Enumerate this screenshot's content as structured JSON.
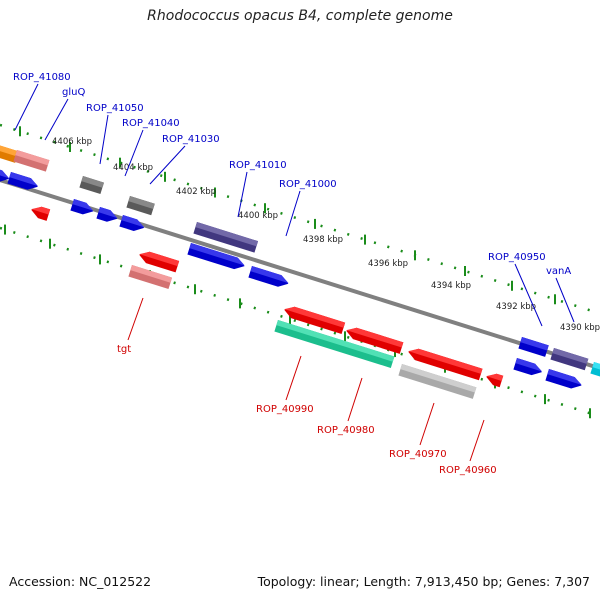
{
  "title": "Rhodococcus opacus B4, complete genome",
  "footer": {
    "accession": "Accession: NC_012522",
    "topology": "Topology: linear; Length: 7,913,450 bp; Genes: 7,307"
  },
  "colors": {
    "backbone": "#808080",
    "tick": "#1a8c1a",
    "label_top": "#0000c8",
    "label_bottom": "#d00000",
    "blue": "#0000e6",
    "gray": "#666666",
    "light_gray": "#c0c0c0",
    "purple": "#4a3f90",
    "red": "#ff0000",
    "pink": "#f08080",
    "orange": "#ff8c00",
    "teal": "#20d8a0",
    "cyan": "#00d8f0"
  },
  "scale_labels": [
    "4406 kbp",
    "4404 kbp",
    "4402 kbp",
    "4400 kbp",
    "4398 kbp",
    "4396 kbp",
    "4394 kbp",
    "4392 kbp",
    "4390 kbp"
  ],
  "genes_top": [
    "ROP_41080",
    "gluQ",
    "ROP_41050",
    "ROP_41040",
    "ROP_41030",
    "ROP_41010",
    "ROP_41000",
    "ROP_40950",
    "vanA"
  ],
  "genes_bottom": [
    "tgt",
    "ROP_40990",
    "ROP_40980",
    "ROP_40970",
    "ROP_40960"
  ]
}
